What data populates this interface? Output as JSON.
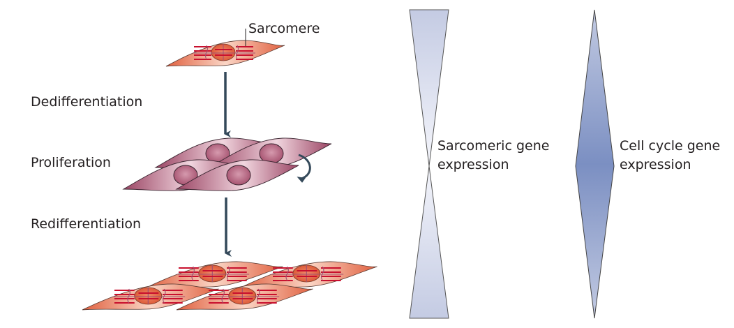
{
  "labels": {
    "sarcomere": "Sarcomere",
    "steps": [
      "Dedifferentiation",
      "Proliferation",
      "Redifferentiation"
    ],
    "sarcomeric_gene": [
      "Sarcomeric gene",
      "expression"
    ],
    "cell_cycle_gene": [
      "Cell cycle gene",
      "expression"
    ]
  },
  "colors": {
    "muscle_cell_dark": "#e0603f",
    "muscle_cell_light": "#f9d2c2",
    "sarcomere_line": "#c8102e",
    "proliferating_cell_dark": "#9b4564",
    "proliferating_cell_light": "#f0d3dc",
    "arrow": "#34495a",
    "sarcomeric_shape": "#c9d0e6",
    "cell_cycle_shape": "#7e91c2"
  }
}
